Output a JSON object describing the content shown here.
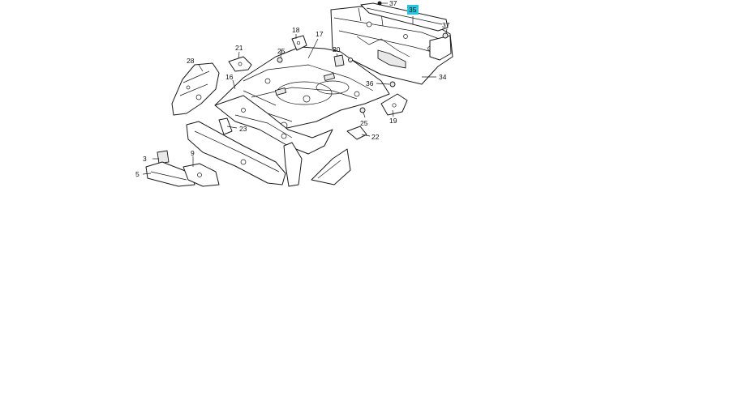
{
  "diagram": {
    "callouts": {
      "c3": "3",
      "c5": "5",
      "c9": "9",
      "c16": "16",
      "c17": "17",
      "c18": "18",
      "c19": "19",
      "c20": "20",
      "c21": "21",
      "c22": "22",
      "c23": "23",
      "c25a": "25",
      "c25b": "25",
      "c28": "28",
      "c34": "34",
      "c35": "35",
      "c36": "36",
      "c37a": "37",
      "c37b": "37"
    },
    "highlighted_callout": "35",
    "highlight_color": "#29c4dc"
  }
}
